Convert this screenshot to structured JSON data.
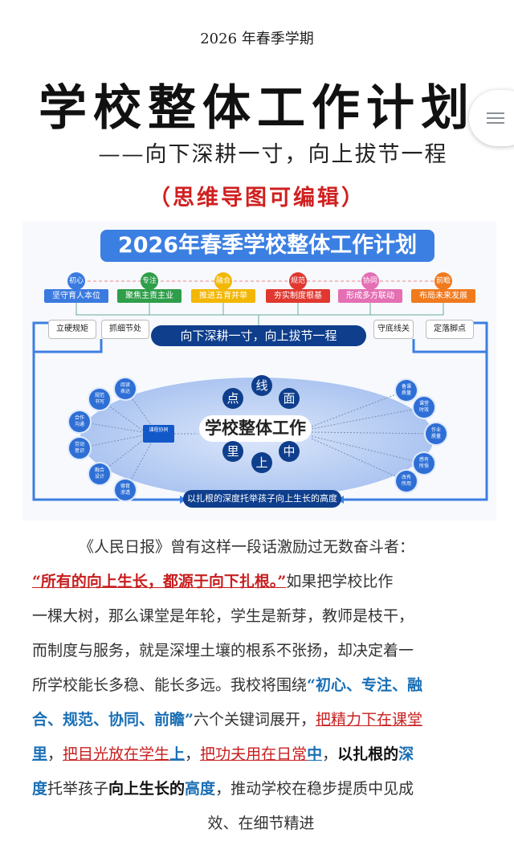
{
  "header": {
    "term": "2026 年春季学期",
    "title": "学校整体工作计划",
    "subtitle": "——向下深耕一寸，向上拔节一程",
    "editable_note": "（思维导图可编辑）"
  },
  "diagram": {
    "title": "2026年春季学校整体工作计划",
    "keywords": [
      {
        "word": "初心",
        "desc": "坚守育人本位",
        "color": "#3b7be0"
      },
      {
        "word": "专注",
        "desc": "聚焦主责主业",
        "color": "#2f9e4a"
      },
      {
        "word": "融合",
        "desc": "推进五育并举",
        "color": "#f2b705"
      },
      {
        "word": "规范",
        "desc": "夯实制度根基",
        "color": "#e0372f"
      },
      {
        "word": "协同",
        "desc": "形成多方联动",
        "color": "#e46fb3"
      },
      {
        "word": "前瞻",
        "desc": "布局未来发展",
        "color": "#f07a1e"
      }
    ],
    "side_boxes": [
      "立硬规矩",
      "抓细节处",
      "守底线关",
      "定落脚点"
    ],
    "slogan": "向下深耕一寸，向上拔节一程",
    "core": "学校整体工作",
    "core_chars": [
      "点",
      "线",
      "面",
      "里",
      "上",
      "中"
    ],
    "hub": "课程协同",
    "left_bubbles": [
      "阅读表达",
      "规范书写",
      "合作沟通",
      "劳动意识",
      "融合设计",
      "德育渗透"
    ],
    "right_bubbles": [
      "备课质量",
      "课堂时效",
      "作业质量",
      "感有所悟",
      "改有所用"
    ],
    "bottom": "以扎根的深度托举孩子向上生长的高度"
  },
  "paragraph": [
    [
      {
        "t": "《人民日报》曾有这样一段话激励过无数奋斗者：",
        "s": ""
      }
    ],
    [
      {
        "t": "“所有的向上生长，都源于向下扎根。”",
        "s": "redb"
      },
      {
        "t": "如果把学校比作",
        "s": ""
      }
    ],
    [
      {
        "t": "一棵大树，那么课堂是年轮，学生是新芽，教师是枝干，",
        "s": ""
      }
    ],
    [
      {
        "t": "而制度与服务，就是深埋土壤的根系不张扬，却决定着一",
        "s": ""
      }
    ],
    [
      {
        "t": "所学校能长多稳、能长多远。我校将围绕",
        "s": ""
      },
      {
        "t": "“初心、专注、融",
        "s": "blue"
      }
    ],
    [
      {
        "t": "合、规范、协同、前瞻”",
        "s": "blue"
      },
      {
        "t": "六个关键词展开，",
        "s": ""
      },
      {
        "t": "把精力下在课堂",
        "s": "red"
      }
    ],
    [
      {
        "t": "里",
        "s": "blueu"
      },
      {
        "t": "，",
        "s": ""
      },
      {
        "t": "把目光放在学生",
        "s": "red"
      },
      {
        "t": "上",
        "s": "blueu"
      },
      {
        "t": "，",
        "s": ""
      },
      {
        "t": "把功夫用在日常",
        "s": "red"
      },
      {
        "t": "中",
        "s": "blueu"
      },
      {
        "t": "，",
        "s": ""
      },
      {
        "t": "以扎根的",
        "s": "bold"
      },
      {
        "t": "深",
        "s": "blue"
      }
    ],
    [
      {
        "t": "度",
        "s": "blue"
      },
      {
        "t": "托举孩子",
        "s": ""
      },
      {
        "t": "向上生长的",
        "s": "bold"
      },
      {
        "t": "高度",
        "s": "blue"
      },
      {
        "t": "，推动学校在稳步提质中见成",
        "s": ""
      }
    ],
    [
      {
        "t": "效、在细节精进",
        "s": ""
      }
    ]
  ]
}
